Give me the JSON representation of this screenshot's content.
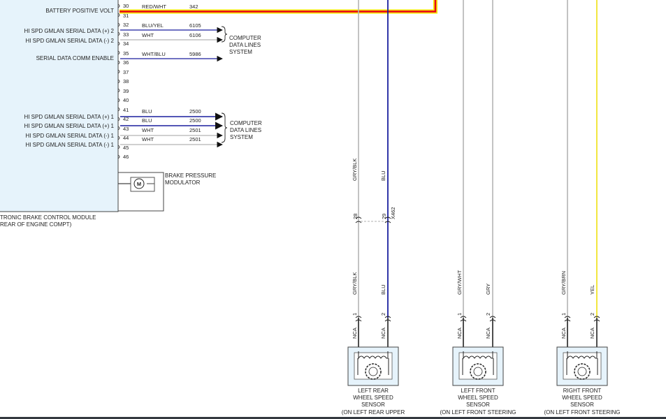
{
  "module": {
    "name_line1": "TRONIC BRAKE CONTROL MODULE",
    "name_line2": "REAR OF ENGINE COMPT)",
    "signals": [
      {
        "label": "BATTERY POSITIVE VOLT"
      },
      {
        "label": "HI SPD GMLAN SERIAL DATA (+) 2"
      },
      {
        "label": "HI SPD GMLAN SERIAL DATA (-) 2"
      },
      {
        "label": "SERIAL DATA COMM ENABLE"
      },
      {
        "label": "HI SPD GMLAN SERIAL DATA (+) 1"
      },
      {
        "label": "HI SPD GMLAN SERIAL DATA (+) 1"
      },
      {
        "label": "HI SPD GMLAN SERIAL DATA (-) 1"
      },
      {
        "label": "HI SPD GMLAN SERIAL DATA (-) 1"
      }
    ],
    "pins": [
      "30",
      "31",
      "32",
      "33",
      "34",
      "35",
      "36",
      "37",
      "38",
      "39",
      "40",
      "41",
      "42",
      "43",
      "44",
      "45",
      "46"
    ]
  },
  "wires": [
    {
      "pin": "30",
      "color": "RED/WHT",
      "circuit": "342"
    },
    {
      "pin": "32",
      "color": "BLU/YEL",
      "circuit": "6105"
    },
    {
      "pin": "33",
      "color": "WHT",
      "circuit": "6106"
    },
    {
      "pin": "35",
      "color": "WHT/BLU",
      "circuit": "5986"
    },
    {
      "pin": "41",
      "color": "BLU",
      "circuit": "2500"
    },
    {
      "pin": "42",
      "color": "BLU",
      "circuit": "2500"
    },
    {
      "pin": "43",
      "color": "WHT",
      "circuit": "2501"
    },
    {
      "pin": "44",
      "color": "WHT",
      "circuit": "2501"
    }
  ],
  "data_lines_systems": [
    {
      "line1": "COMPUTER",
      "line2": "DATA LINES",
      "line3": "SYSTEM"
    },
    {
      "line1": "COMPUTER",
      "line2": "DATA LINES",
      "line3": "SYSTEM"
    }
  ],
  "modulator": {
    "motor_symbol": "M",
    "line1": "BRAKE PRESSURE",
    "line2": "MODULATOR"
  },
  "inline_connector": {
    "name": "X462",
    "pins": [
      "28",
      "29"
    ]
  },
  "vertical_wires": {
    "upper": [
      "GRY/BLK",
      "BLU"
    ],
    "lower": [
      "GRY/BLK",
      "BLU",
      "GRY/WHT",
      "GRY",
      "GRY/BRN",
      "YEL"
    ]
  },
  "sensors": [
    {
      "line1": "LEFT REAR",
      "line2": "WHEEL SPEED",
      "line3": "SENSOR",
      "line4": "(ON LEFT REAR UPPER",
      "pins": [
        "1",
        "2"
      ],
      "pin_labels": [
        "NCA",
        "NCA"
      ]
    },
    {
      "line1": "LEFT FRONT",
      "line2": "WHEEL SPEED",
      "line3": "SENSOR",
      "line4": "(ON LEFT FRONT STEERING",
      "pins": [
        "1",
        "2"
      ],
      "pin_labels": [
        "NCA",
        "NCA"
      ]
    },
    {
      "line1": "RIGHT FRONT",
      "line2": "WHEEL SPEED",
      "line3": "SENSOR",
      "line4": "(ON LEFT FRONT STEERING",
      "pins": [
        "1",
        "2"
      ],
      "pin_labels": [
        "NCA",
        "NCA"
      ]
    }
  ],
  "colors": {
    "module_fill": "#e6f3fb",
    "red_wht_wire": "#e8001c",
    "red_wht_glow": "#f5e600",
    "blu_wire": "#1a1f9e",
    "yel_wire": "#f2e640",
    "gry_wire": "#b4b4b4",
    "line": "#222222"
  }
}
